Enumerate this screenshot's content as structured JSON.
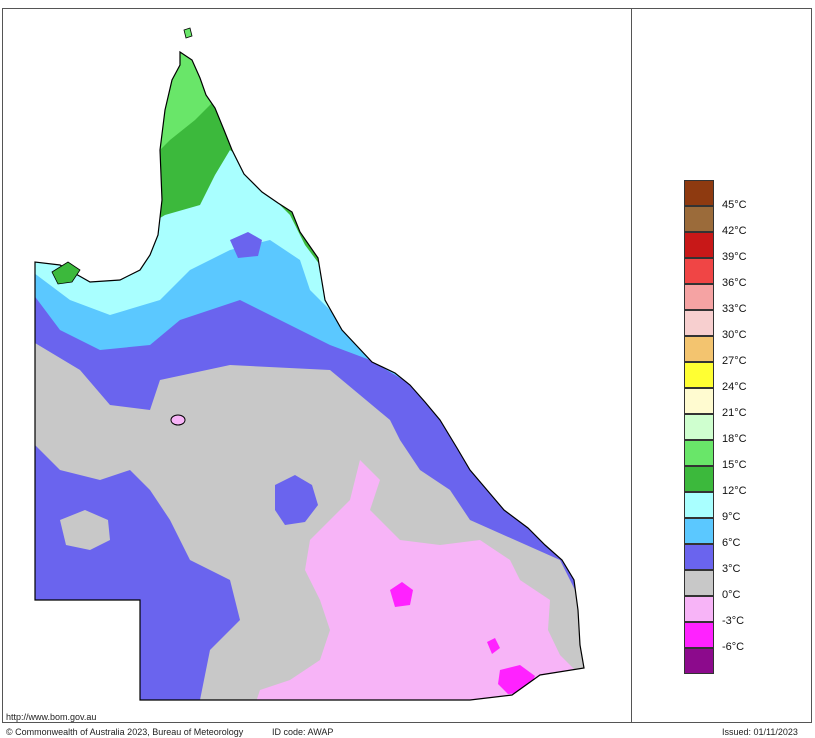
{
  "legend": {
    "colors": [
      "#8e3a10",
      "#9b6b3a",
      "#c81818",
      "#f04545",
      "#f5a3a3",
      "#f7cfcf",
      "#f3c46f",
      "#ffff33",
      "#fffbd0",
      "#cfffcf",
      "#69e669",
      "#3cb93c",
      "#a9ffff",
      "#5bc8ff",
      "#6a64ee",
      "#c8c8c8",
      "#f7b4f7",
      "#ff22ff",
      "#8c0a8c"
    ],
    "labels": [
      "45°C",
      "42°C",
      "39°C",
      "36°C",
      "33°C",
      "30°C",
      "27°C",
      "24°C",
      "21°C",
      "18°C",
      "15°C",
      "12°C",
      "9°C",
      "6°C",
      "3°C",
      "0°C",
      "-3°C",
      "-6°C"
    ]
  },
  "map_colors": {
    "grey": "#c8c8c8",
    "purple": "#6a64ee",
    "blue": "#5bc8ff",
    "cyan": "#a9ffff",
    "green": "#3cb93c",
    "light_green": "#69e669",
    "pink": "#f7b4f7",
    "magenta": "#ff22ff"
  },
  "footer": {
    "url": "http://www.bom.gov.au",
    "copyright": "© Commonwealth of Australia 2023, Bureau of Meteorology",
    "id_code": "ID code: AWAP",
    "issued": "Issued: 01/11/2023"
  }
}
